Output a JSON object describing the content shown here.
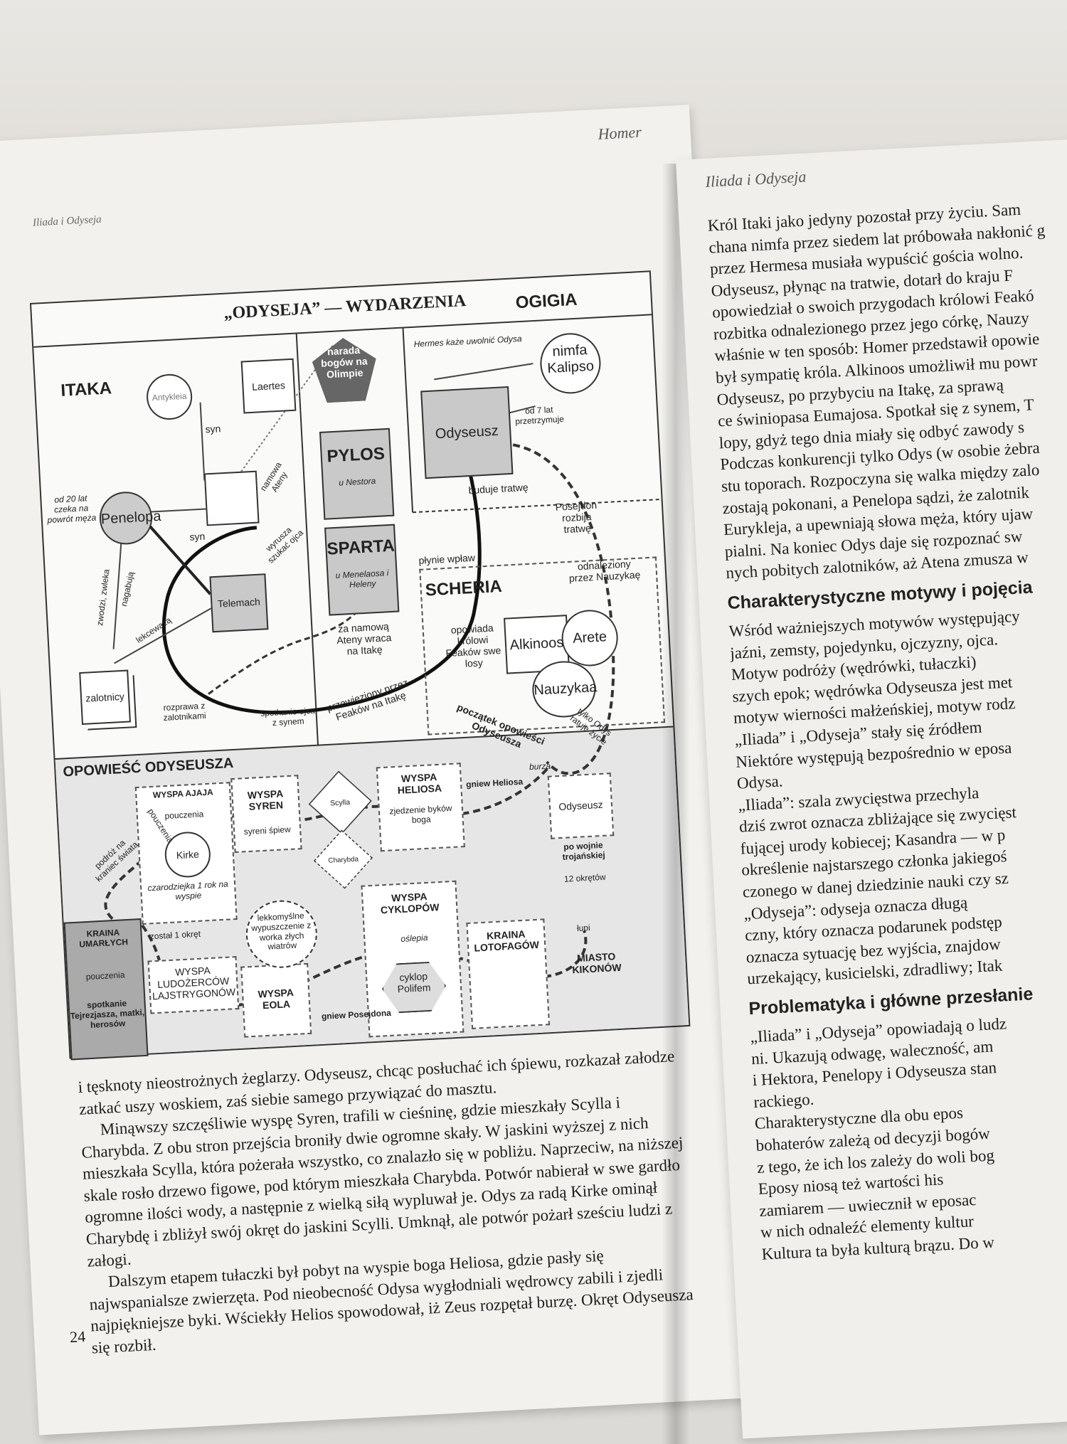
{
  "left_page": {
    "running_head_left": "Iliada i Odyseja",
    "running_head_right": "Homer",
    "page_number": "24",
    "diagram": {
      "title": "„ODYSEJA” — WYDARZENIA",
      "regions": {
        "itaka": "ITAKA",
        "ogigia": "OGIGIA",
        "pylos": "PYLOS",
        "pylos_sub": "u Nestora",
        "sparta": "SPARTA",
        "sparta_sub": "u Menelaosa i Heleny",
        "scheria": "SCHERIA",
        "opowiesc": "OPOWIEŚĆ ODYSEUSZA"
      },
      "nodes": {
        "antykleia": "Antykleia",
        "laertes": "Laertes",
        "narada": "narada bogów na Olimpie",
        "nimfa": "nimfa Kalipso",
        "odyseusz": "Odyseusz",
        "penelopa": "Penelopa",
        "telemach": "Telemach",
        "zalotnicy": "zalotnicy",
        "alkinoos": "Alkinoos",
        "arete": "Arete",
        "nauzykaa": "Nauzykaa",
        "odyseusz2": "Odyseusz"
      },
      "edges": {
        "syn1": "syn",
        "syn2": "syn",
        "hermes": "Hermes każe uwolnić Odysa",
        "od7lat": "od 7 lat przetrzymuje",
        "buduje": "buduje tratwę",
        "posejdon": "Posejdon rozbija tratwę",
        "plynie": "płynie wpław",
        "odnaleziony": "odnaleziony przez Nauzykaę",
        "opowiada": "opowiada królowi Feaków swe losy",
        "namowa_ateny": "namowa Ateny",
        "wyrusza": "wyrusza szukać ojca",
        "za_namowa": "za namową Ateny wraca na Itakę",
        "przewieziony": "przewieziony przez Feaków na Itakę",
        "spotkanie": "spotkanie ojca z synem",
        "rozprawa": "rozprawa z zalotnikami",
        "lekcewaza": "lekceważą",
        "od20lat": "od 20 lat czeka na powrót męża",
        "zwodzi": "zwodzi, zwleka",
        "nagabuja": "nagabują",
        "poczatek": "początek opowieści Odyseusza",
        "tylko_odys": "tylko Odys ratuje życie",
        "burza": "burza"
      },
      "islands": {
        "ajaja": "WYSPA AJAJA",
        "pouczenia1": "pouczenia",
        "pouczenia2": "pouczenia",
        "kirke": "Kirke",
        "czarodziejka": "czarodziejka 1 rok na wyspie",
        "podroz": "podróż na kraniec świata",
        "kraina_umarlych": "KRAINA UMARŁYCH",
        "pouczenia3": "pouczenia",
        "spotkanie_tejr": "spotkanie Tejrezjasza, matki, herosów",
        "zostal": "został 1 okręt",
        "lajstrygonow": "WYSPA LUDOŻERCÓW LAJSTRYGONÓW",
        "syren": "WYSPA SYREN",
        "syreni": "syreni śpiew",
        "scylla": "Scylla",
        "charybda": "Charybda",
        "heliosa": "WYSPA HELIOSA",
        "zjedzenie": "zjedzenie byków boga",
        "gniew_heliosa": "gniew Heliosa",
        "eola": "WYSPA EOLA",
        "lekkomyslne": "lekkomyślne wypuszczenie z worka złych wiatrów",
        "cyklopow": "WYSPA CYKLOPÓW",
        "oslepia": "oślepia",
        "cyklop": "cyklop Polifem",
        "gniew_posejdona": "gniew Posejdona",
        "lotofagow": "KRAINA LOTOFAGÓW",
        "lupi": "łupi",
        "kikonow": "MIASTO KIKONÓW",
        "po_wojnie": "po wojnie trojańskiej",
        "okretow": "12 okrętów"
      }
    },
    "paragraphs": [
      "i tęsknoty nieostrożnych żeglarzy. Odyseusz, chcąc posłuchać ich śpiewu, rozkazał załodze zatkać uszy woskiem, zaś siebie samego przywiązać do masztu.",
      "Minąwszy szczęśliwie wyspę Syren, trafili w cieśninę, gdzie mieszkały Scylla i Charybda. Z obu stron przejścia broniły dwie ogromne skały. W jaskini wyższej z nich mieszkała Scylla, która pożerała wszystko, co znalazło się w pobliżu. Naprzeciw, na niższej skale rosło drzewo figowe, pod którym mieszkała Charybda. Potwór nabierał w swe gardło ogromne ilości wody, a następnie z wielką siłą wypluwał je. Odys za radą Kirke ominął Charybdę i zbliżył swój okręt do jaskini Scylli. Umknął, ale potwór pożarł sześciu ludzi z załogi.",
      "Dalszym etapem tułaczki był pobyt na wyspie boga Heliosa, gdzie pasły się najwspanialsze zwierzęta. Pod nieobecność Odysa wygłodniali wędrowcy zabili i zjedli najpiękniejsze byki. Wściekły Helios spowodował, iż Zeus rozpętał burzę. Okręt Odyseusza się rozbił."
    ]
  },
  "right_page": {
    "running_head": "Iliada i Odyseja",
    "para1": [
      "Król Itaki jako jedyny pozostał przy życiu. Sam",
      "chana nimfa przez siedem lat próbowała nakłonić g",
      "przez Hermesa musiała wypuścić gościa wolno.",
      "Odyseusz, płynąc na tratwie, dotarł do kraju F",
      "opowiedział o swoich przygodach królowi Feakó",
      "rozbitka odnalezionego przez jego córkę, Nauzy",
      "właśnie w ten sposób: Homer przedstawił opowie",
      "był sympatię króla. Alkinoos umożliwił mu powr",
      "Odyseusz, po przybyciu na Itakę, za sprawą",
      "ce świniopasa Eumajosa. Spotkał się z synem, T",
      "lopy, gdyż tego dnia miały się odbyć zawody s",
      "Podczas konkurencji tylko Odys (w osobie żebra",
      "stu toporach. Rozpoczyna się walka między zalo",
      "zostają pokonani, a Penelopa sądzi, że zalotnik",
      "Eurykleja, a upewniają słowa męża, który ujaw",
      "pialni. Na koniec Odys daje się rozpoznać sw",
      "nych pobitych zalotników, aż Atena zmusza w"
    ],
    "heading1": "Charakterystyczne motywy i pojęcia",
    "para2": [
      "Wśród ważniejszych motywów występujący",
      "jaźni, zemsty, pojedynku, ojczyzny, ojca.",
      "Motyw podróży (wędrówki, tułaczki)",
      "szych epok; wędrówka Odyseusza jest met",
      "motyw wierności małżeńskiej, motyw rodz",
      "„Iliada” i „Odyseja” stały się źródłem",
      "Niektóre występują bezpośrednio w eposa",
      "Odysa.",
      "„Iliada”: szala zwycięstwa przechyla",
      "dziś zwrot oznacza zbliżające się zwycięst",
      "fującej urody kobiecej; Kasandra — w p",
      "określenie najstarszego członka jakiegoś",
      "czonego w danej dziedzinie nauki czy sz",
      "„Odyseja”: odyseja oznacza długą",
      "czny, który oznacza podarunek podstęp",
      "oznacza sytuację bez wyjścia, znajdow",
      "urzekający, kusicielski, zdradliwy; Itak"
    ],
    "heading2": "Problematyka i główne przesłanie",
    "para3": [
      "„Iliada” i „Odyseja” opowiadają o ludz",
      "ni. Ukazują odwagę, waleczność, am",
      "i Hektora, Penelopy i Odyseusza stan",
      "rackiego.",
      "Charakterystyczne dla obu epos",
      "bohaterów zależą od decyzji bogów",
      "z tego, że ich los zależy do woli bog",
      "Eposy niosą też wartości his",
      "zamiarem — uwiecznił w eposac",
      "w nich odnaleźć elementy kultur",
      "Kultura ta była kulturą brązu. Do w"
    ]
  }
}
